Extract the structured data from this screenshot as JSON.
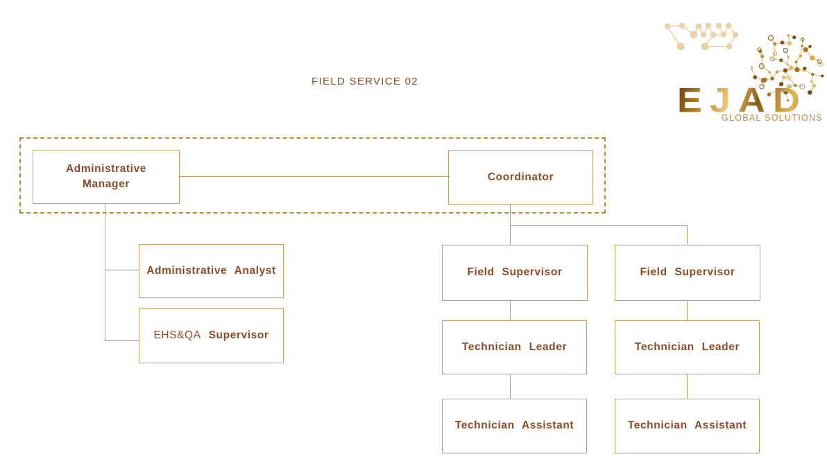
{
  "page": {
    "title": "FIELD SERVICE 02"
  },
  "logo": {
    "brand": "EJAD",
    "tagline": "GLOBAL SOLUTIONS",
    "icons": [
      "network-pattern-icon",
      "dot-sphere-icon"
    ]
  },
  "colors": {
    "box_border": "#C79E58",
    "connector": "#C79E58",
    "dashed_group_border": "#B2902C",
    "label_text": "#8E4A24",
    "title_text": "#8B4A28",
    "logo_gold_dark": "#6E3E0C",
    "logo_gold_light": "#F0CC7A",
    "logo_tagline": "#B98C41",
    "pattern_tan": "#EAD2A6"
  },
  "boxes": {
    "admin_manager": {
      "label": "Administrative Manager"
    },
    "coordinator": {
      "label": "Coordinator"
    },
    "admin_analyst": {
      "label": "Administrative Analyst"
    },
    "ehsqa_supervisor": {
      "label_prefix": "EHS&QA",
      "label_suffix": "Supervisor"
    },
    "field_supervisor_a": {
      "label": "Field Supervisor"
    },
    "field_supervisor_b": {
      "label": "Field Supervisor"
    },
    "technician_leader_a": {
      "label": "Technician Leader"
    },
    "technician_leader_b": {
      "label": "Technician Leader"
    },
    "technician_assistant_a": {
      "label": "Technician Assistant"
    },
    "technician_assistant_b": {
      "label": "Technician Assistant"
    }
  },
  "hierarchy": {
    "dashed_group_members": [
      "Administrative Manager",
      "Coordinator"
    ],
    "edges": [
      {
        "from": "Administrative Manager",
        "to": "Coordinator",
        "type": "lateral"
      },
      {
        "from": "Administrative Manager",
        "to": "Administrative Analyst",
        "type": "reports"
      },
      {
        "from": "Administrative Manager",
        "to": "EHS&QA Supervisor",
        "type": "reports"
      },
      {
        "from": "Coordinator",
        "to": "Field Supervisor (left)",
        "type": "reports"
      },
      {
        "from": "Coordinator",
        "to": "Field Supervisor (right)",
        "type": "reports"
      },
      {
        "from": "Field Supervisor (left)",
        "to": "Technician Leader (left)",
        "type": "reports"
      },
      {
        "from": "Field Supervisor (right)",
        "to": "Technician Leader (right)",
        "type": "reports"
      },
      {
        "from": "Technician Leader (left)",
        "to": "Technician Assistant (left)",
        "type": "reports"
      },
      {
        "from": "Technician Leader (right)",
        "to": "Technician Assistant (right)",
        "type": "reports"
      }
    ]
  }
}
